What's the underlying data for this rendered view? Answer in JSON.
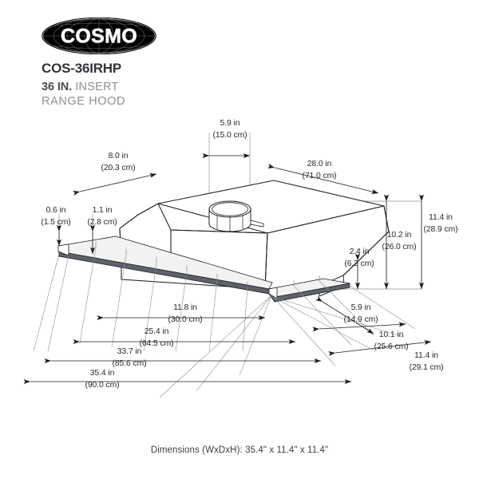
{
  "brand": {
    "logo_text": "COSMO",
    "logo_icon": "globe-ellipse-logo"
  },
  "header": {
    "product_code": "COS-36IRHP",
    "size_label": "36 IN.",
    "type_label": "INSERT",
    "category_label": "RANGE HOOD"
  },
  "footer": {
    "caption": "Dimensions (WxDxH): 35.4\" x 11.4\" x 11.4\""
  },
  "drawing": {
    "title": "isometric-insert-range-hood",
    "dimensions": {
      "vent_diameter": {
        "in": "5.9 in",
        "cm": "(15.0 cm)"
      },
      "top_left_edge": {
        "in": "8.0 in",
        "cm": "(20.3 cm)"
      },
      "top_width": {
        "in": "28.0 in",
        "cm": "(71.0 cm)"
      },
      "flange_thickness": {
        "in": "0.6 in",
        "cm": "(1.5 cm)"
      },
      "flange_lip": {
        "in": "1.1 in",
        "cm": "(2.8 cm)"
      },
      "overall_height": {
        "in": "11.4 in",
        "cm": "(28.9 cm)"
      },
      "body_height": {
        "in": "10.2 in",
        "cm": "(26.0 cm)"
      },
      "base_height": {
        "in": "2.4 in",
        "cm": "(6.2 cm)"
      },
      "inner_width": {
        "in": "11.8 in",
        "cm": "(30.0 cm)"
      },
      "cutout_width": {
        "in": "25.4 in",
        "cm": "(64.5 cm)"
      },
      "body_width": {
        "in": "33.7 in",
        "cm": "(85.6 cm)"
      },
      "overall_width": {
        "in": "35.4 in",
        "cm": "(90.0 cm)"
      },
      "depth_inner": {
        "in": "5.9 in",
        "cm": "(14.9 cm)"
      },
      "depth_mid": {
        "in": "10.1 in",
        "cm": "(25.6 cm)"
      },
      "depth_overall": {
        "in": "11.4 in",
        "cm": "(29.1 cm)"
      }
    }
  },
  "colors": {
    "line": "#1c1e22",
    "thin_line": "#6f7378",
    "flange_fill": "#5e6166",
    "logo_bg": "#000000",
    "text_dark": "#333338",
    "text_muted": "#8d9095"
  }
}
